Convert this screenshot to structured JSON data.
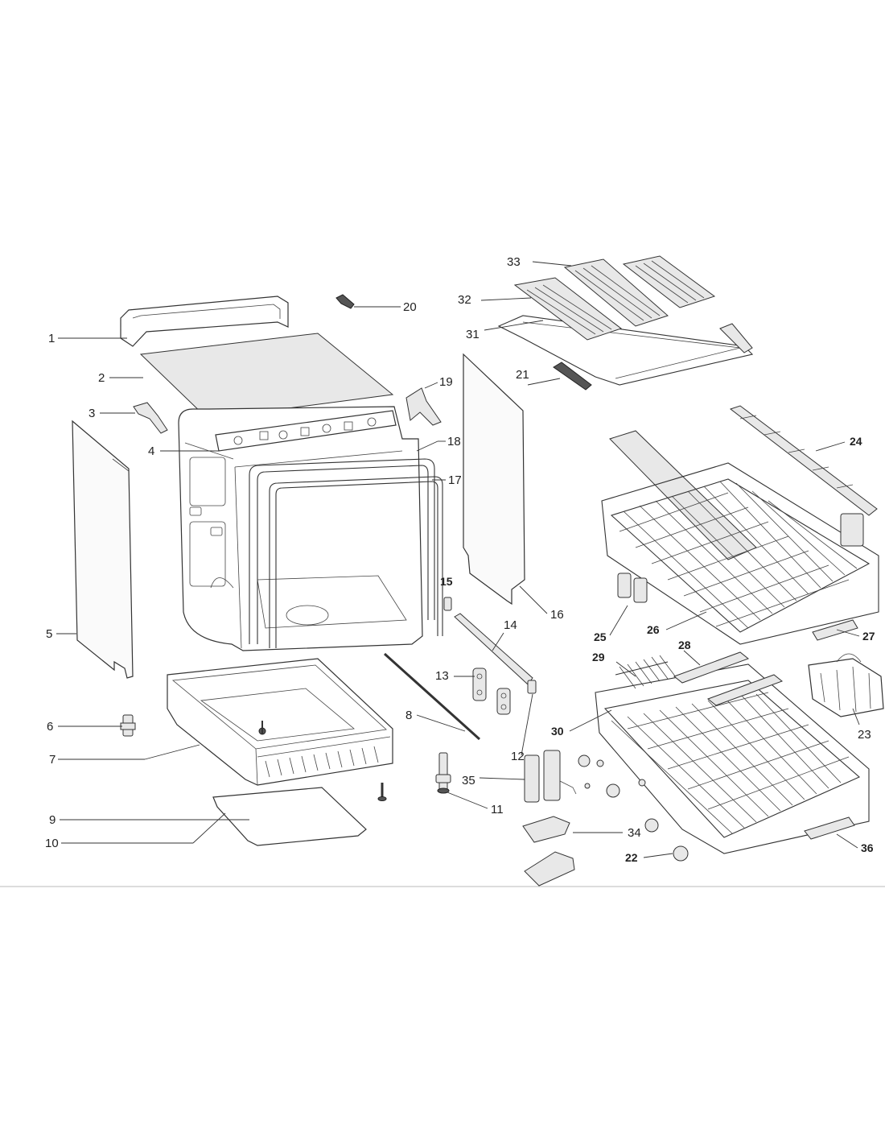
{
  "callouts": [
    {
      "id": "1",
      "text": "1"
    },
    {
      "id": "2",
      "text": "2"
    },
    {
      "id": "3",
      "text": "3"
    },
    {
      "id": "4",
      "text": "4"
    },
    {
      "id": "5",
      "text": "5"
    },
    {
      "id": "6",
      "text": "6"
    },
    {
      "id": "7",
      "text": "7"
    },
    {
      "id": "8",
      "text": "8"
    },
    {
      "id": "9",
      "text": "9"
    },
    {
      "id": "10",
      "text": "10"
    },
    {
      "id": "11",
      "text": "11"
    },
    {
      "id": "12",
      "text": "12"
    },
    {
      "id": "13",
      "text": "13"
    },
    {
      "id": "14",
      "text": "14"
    },
    {
      "id": "15",
      "text": "15"
    },
    {
      "id": "16",
      "text": "16"
    },
    {
      "id": "17",
      "text": "17"
    },
    {
      "id": "18",
      "text": "18"
    },
    {
      "id": "19",
      "text": "19"
    },
    {
      "id": "20",
      "text": "20"
    },
    {
      "id": "21",
      "text": "21"
    },
    {
      "id": "22",
      "text": "22"
    },
    {
      "id": "23",
      "text": "23"
    },
    {
      "id": "24",
      "text": "24"
    },
    {
      "id": "25",
      "text": "25"
    },
    {
      "id": "26",
      "text": "26"
    },
    {
      "id": "27",
      "text": "27"
    },
    {
      "id": "28",
      "text": "28"
    },
    {
      "id": "29",
      "text": "29"
    },
    {
      "id": "30",
      "text": "30"
    },
    {
      "id": "31",
      "text": "31"
    },
    {
      "id": "32",
      "text": "32"
    },
    {
      "id": "33",
      "text": "33"
    },
    {
      "id": "34",
      "text": "34"
    },
    {
      "id": "35",
      "text": "35"
    },
    {
      "id": "36",
      "text": "36"
    }
  ]
}
